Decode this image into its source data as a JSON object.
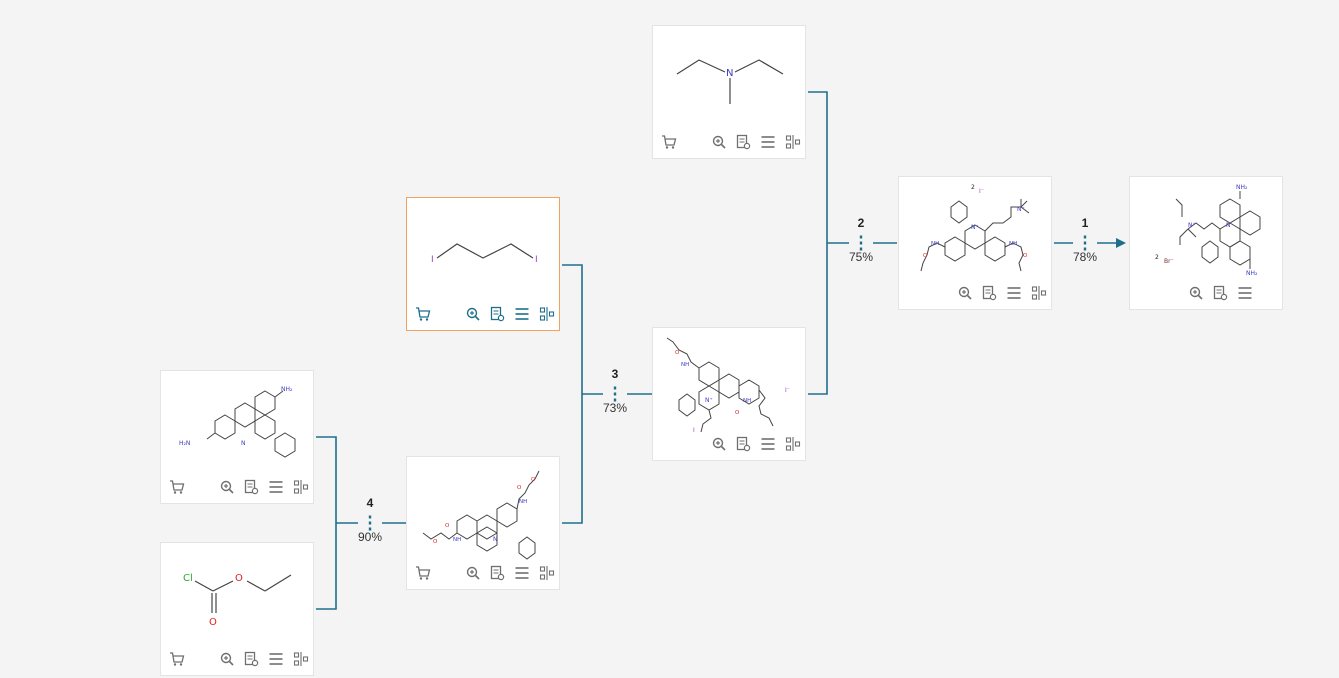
{
  "colors": {
    "connector": "#1f6f8b",
    "bond": "#444444",
    "nitrogen": "#3a3ac8",
    "oxygen": "#e02020",
    "chlorine": "#2fa52f",
    "iodine": "#a040c0",
    "selected_border": "#f0a35e",
    "toolbar_icon": "#6f6f6f",
    "toolbar_icon_active": "#1f6f8b"
  },
  "steps": [
    {
      "number": "1",
      "yield": "78%"
    },
    {
      "number": "2",
      "yield": "75%"
    },
    {
      "number": "3",
      "yield": "73%"
    },
    {
      "number": "4",
      "yield": "90%"
    }
  ],
  "labels": {
    "N": "N",
    "NH": "NH",
    "NH2": "NH₂",
    "H2N": "H₂N",
    "O": "O",
    "Cl": "Cl",
    "I": "I",
    "Iminus": "I⁻",
    "Brminus": "Br⁻",
    "two": "2",
    "Nplus": "N⁺"
  },
  "icons": [
    "cart-icon",
    "zoom-in-icon",
    "document-icon",
    "menu-icon",
    "layout-icon"
  ]
}
